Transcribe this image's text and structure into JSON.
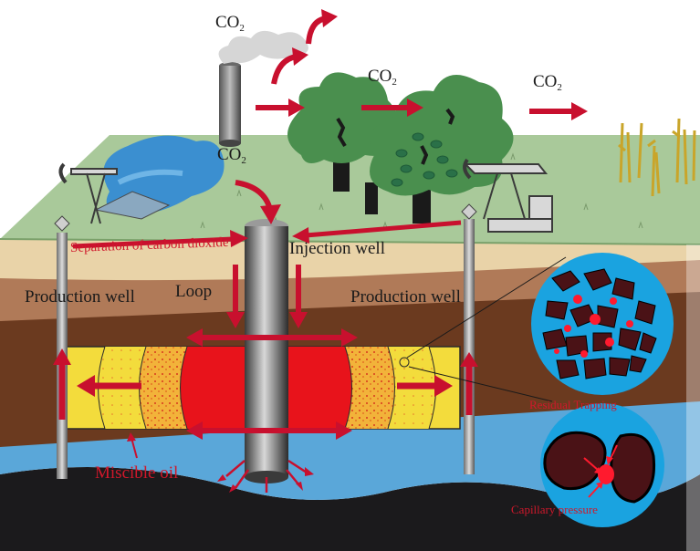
{
  "co2_label": "CO",
  "co2_subscript": "2",
  "labels": {
    "separation": "Separation of carbon dioxide",
    "injection_well": "Injection well",
    "production_well_left": "Production well",
    "production_well_right": "Production well",
    "loop": "Loop",
    "miscible_oil": "Miscible oil",
    "residual_trapping": "Residual Trapping",
    "capillary_pressure": "Capillary pressure"
  },
  "colors": {
    "arrow_red": "#c8102e",
    "grass": "#a9c99a",
    "sand": "#e9d3a8",
    "clay": "#b07a58",
    "dark_soil": "#6b3a1f",
    "water": "#5aa7d9",
    "bedrock": "#1b1a1c",
    "tree_green": "#4a8f4e",
    "inset_blue": "#1aa3e0"
  }
}
